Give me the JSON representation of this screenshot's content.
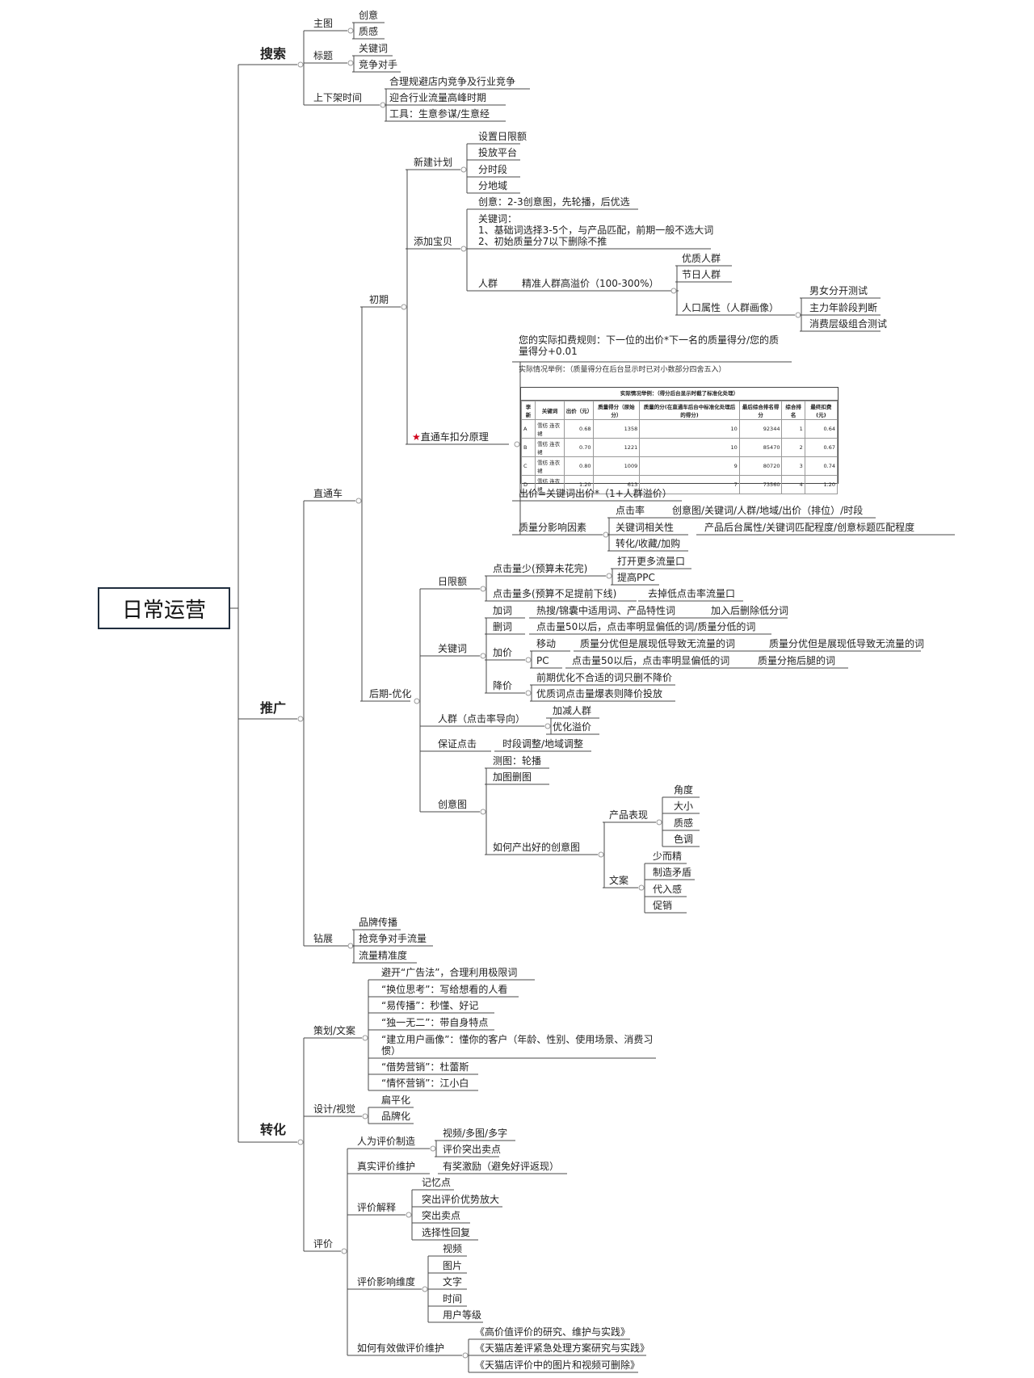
{
  "root": "日常运营",
  "search": {
    "label": "搜索",
    "main_image": {
      "label": "主图",
      "children": [
        "创意",
        "质感"
      ]
    },
    "title": {
      "label": "标题",
      "children": [
        "关键词",
        "竞争对手"
      ]
    },
    "listing_time": {
      "label": "上下架时间",
      "children": [
        "合理规避店内竞争及行业竞争",
        "迎合行业流量高峰时期",
        "工具：生意参谋/生意经"
      ]
    }
  },
  "promotion": {
    "label": "推广",
    "ztc": {
      "label": "直通车",
      "early": {
        "label": "初期",
        "new_plan": {
          "label": "新建计划",
          "children": [
            "设置日限额",
            "投放平台",
            "分时段",
            "分地域"
          ]
        },
        "add_item": {
          "label": "添加宝贝",
          "creative": "创意：2-3创意图，先轮播，后优选",
          "keywords": [
            "关键词：",
            "1、基础词选择3-5个，与产品匹配，前期一般不选大词",
            "2、初始质量分7以下删除不推"
          ],
          "crowd": {
            "label": "人群",
            "premium": "精准人群高溢价（100-300%）",
            "children": [
              "优质人群",
              "节日人群"
            ],
            "demographic": {
              "label": "人口属性（人群画像）",
              "children": [
                "男女分开测试",
                "主力年龄段判断",
                "消费层级组合测试"
              ]
            }
          }
        },
        "deduction": {
          "label": "直通车扣分原理",
          "rule": "您的实际扣费规则：下一位的出价*下一名的质量得分/您的质量得分+0.01",
          "example_note": "实际情况举例：（质量得分在后台显示时已对小数部分四舍五入）",
          "table": {
            "caption": "实际情况举例：（得分后台显示时截了标准化处理）",
            "headers": [
              "李新",
              "关键词",
              "出价（元）",
              "质量得分（原始分）",
              "质量的分(在直通车后台中标准化处理后的得分)",
              "最后综合排名得分",
              "综合排名",
              "最终扣费(元)"
            ],
            "rows": [
              [
                "A",
                "雪纺 连衣裙",
                "0.68",
                "1358",
                "10",
                "92344",
                "1",
                "0.64"
              ],
              [
                "B",
                "雪纺 连衣裙",
                "0.70",
                "1221",
                "10",
                "85470",
                "2",
                "0.67"
              ],
              [
                "C",
                "雪纺 连衣裙",
                "0.80",
                "1009",
                "9",
                "80720",
                "3",
                "0.74"
              ],
              [
                "D",
                "雪纺 连衣裙",
                "1.20",
                "613",
                "7",
                "73560",
                "4",
                "1.20"
              ]
            ]
          },
          "bid_formula": "出价=关键词出价*（1+人群溢价）",
          "quality": {
            "label": "质量分影响因素",
            "ctr": {
              "label": "点击率",
              "detail": "创意图/关键词/人群/地域/出价（排位）/时段"
            },
            "relevance": {
              "label": "关键词相关性",
              "detail": "产品后台属性/关键词匹配程度/创意标题匹配程度"
            },
            "conversion": "转化/收藏/加购"
          }
        }
      },
      "late": {
        "label": "后期-优化",
        "daily_limit": {
          "label": "日限额",
          "few": {
            "label": "点击量少(预算未花完)",
            "children": [
              "打开更多流量口",
              "提高PPC"
            ]
          },
          "many": {
            "label": "点击量多(预算不足提前下线)",
            "detail": "去掉低点击率流量口"
          }
        },
        "keywords": {
          "label": "关键词",
          "add": {
            "label": "加词",
            "detail": "热搜/锦囊中适用词、产品特性词",
            "detail2": "加入后删除低分词"
          },
          "del": {
            "label": "删词",
            "detail": "点击量50以后，点击率明显偏低的词/质量分低的词"
          },
          "raise": {
            "label": "加价",
            "mobile": {
              "label": "移动",
              "detail": "质量分优但是展现低导致无流量的词",
              "detail2": "质量分优但是展现低导致无流量的词"
            },
            "pc": {
              "label": "PC",
              "detail": "点击量50以后，点击率明显偏低的词",
              "detail2": "质量分拖后腿的词"
            }
          },
          "lower": {
            "label": "降价",
            "children": [
              "前期优化不合适的词只删不降价",
              "优质词点击量爆表则降价投放"
            ]
          }
        },
        "crowd": {
          "label": "人群（点击率导向）",
          "children": [
            "加减人群",
            "优化溢价"
          ]
        },
        "ensure_click": {
          "label": "保证点击",
          "detail": "时段调整/地域调整"
        },
        "creative": {
          "label": "创意图",
          "children": [
            "测图：轮播",
            "加图删图"
          ],
          "good": {
            "label": "如何产出好的创意图",
            "product": {
              "label": "产品表现",
              "children": [
                "角度",
                "大小",
                "质感",
                "色调"
              ]
            },
            "copy": {
              "label": "文案",
              "children": [
                "少而精",
                "制造矛盾",
                "代入感",
                "促销"
              ]
            }
          }
        }
      }
    },
    "zhanzhan": {
      "label": "钻展",
      "children": [
        "品牌传播",
        "抢竞争对手流量",
        "流量精准度"
      ]
    }
  },
  "conversion": {
    "label": "转化",
    "planning": {
      "label": "策划/文案",
      "children": [
        "避开“广告法”，合理利用极限词",
        "“换位思考”：写给想看的人看",
        "“易传播”：秒懂、好记",
        "“独一无二”：带自身特点",
        "“建立用户画像”：懂你的客户（年龄、性别、使用场景、消费习惯）",
        "“借势营销”：杜蕾斯",
        "“情怀营销”：江小白"
      ]
    },
    "design": {
      "label": "设计/视觉",
      "children": [
        "扁平化",
        "品牌化"
      ]
    },
    "review": {
      "label": "评价",
      "made": {
        "label": "人为评价制造",
        "children": [
          "视频/多图/多字",
          "评价突出卖点"
        ]
      },
      "real": {
        "label": "真实评价维护",
        "detail": "有奖激励（避免好评返现）"
      },
      "explain": {
        "label": "评价解释",
        "children": [
          "记忆点",
          "突出评价优势放大",
          "突出卖点",
          "选择性回复"
        ]
      },
      "dims": {
        "label": "评价影响维度",
        "children": [
          "视频",
          "图片",
          "文字",
          "时间",
          "用户等级"
        ]
      },
      "effective": {
        "label": "如何有效做评价维护",
        "children": [
          "《高价值评价的研究、维护与实践》",
          "《天猫店差评紧急处理方案研究与实践》",
          "《天猫店评价中的图片和视频可删除》"
        ]
      }
    }
  },
  "colors": {
    "line": "#4a4a4a",
    "root_border": "#1f2d3d",
    "star": "#d0021b"
  }
}
